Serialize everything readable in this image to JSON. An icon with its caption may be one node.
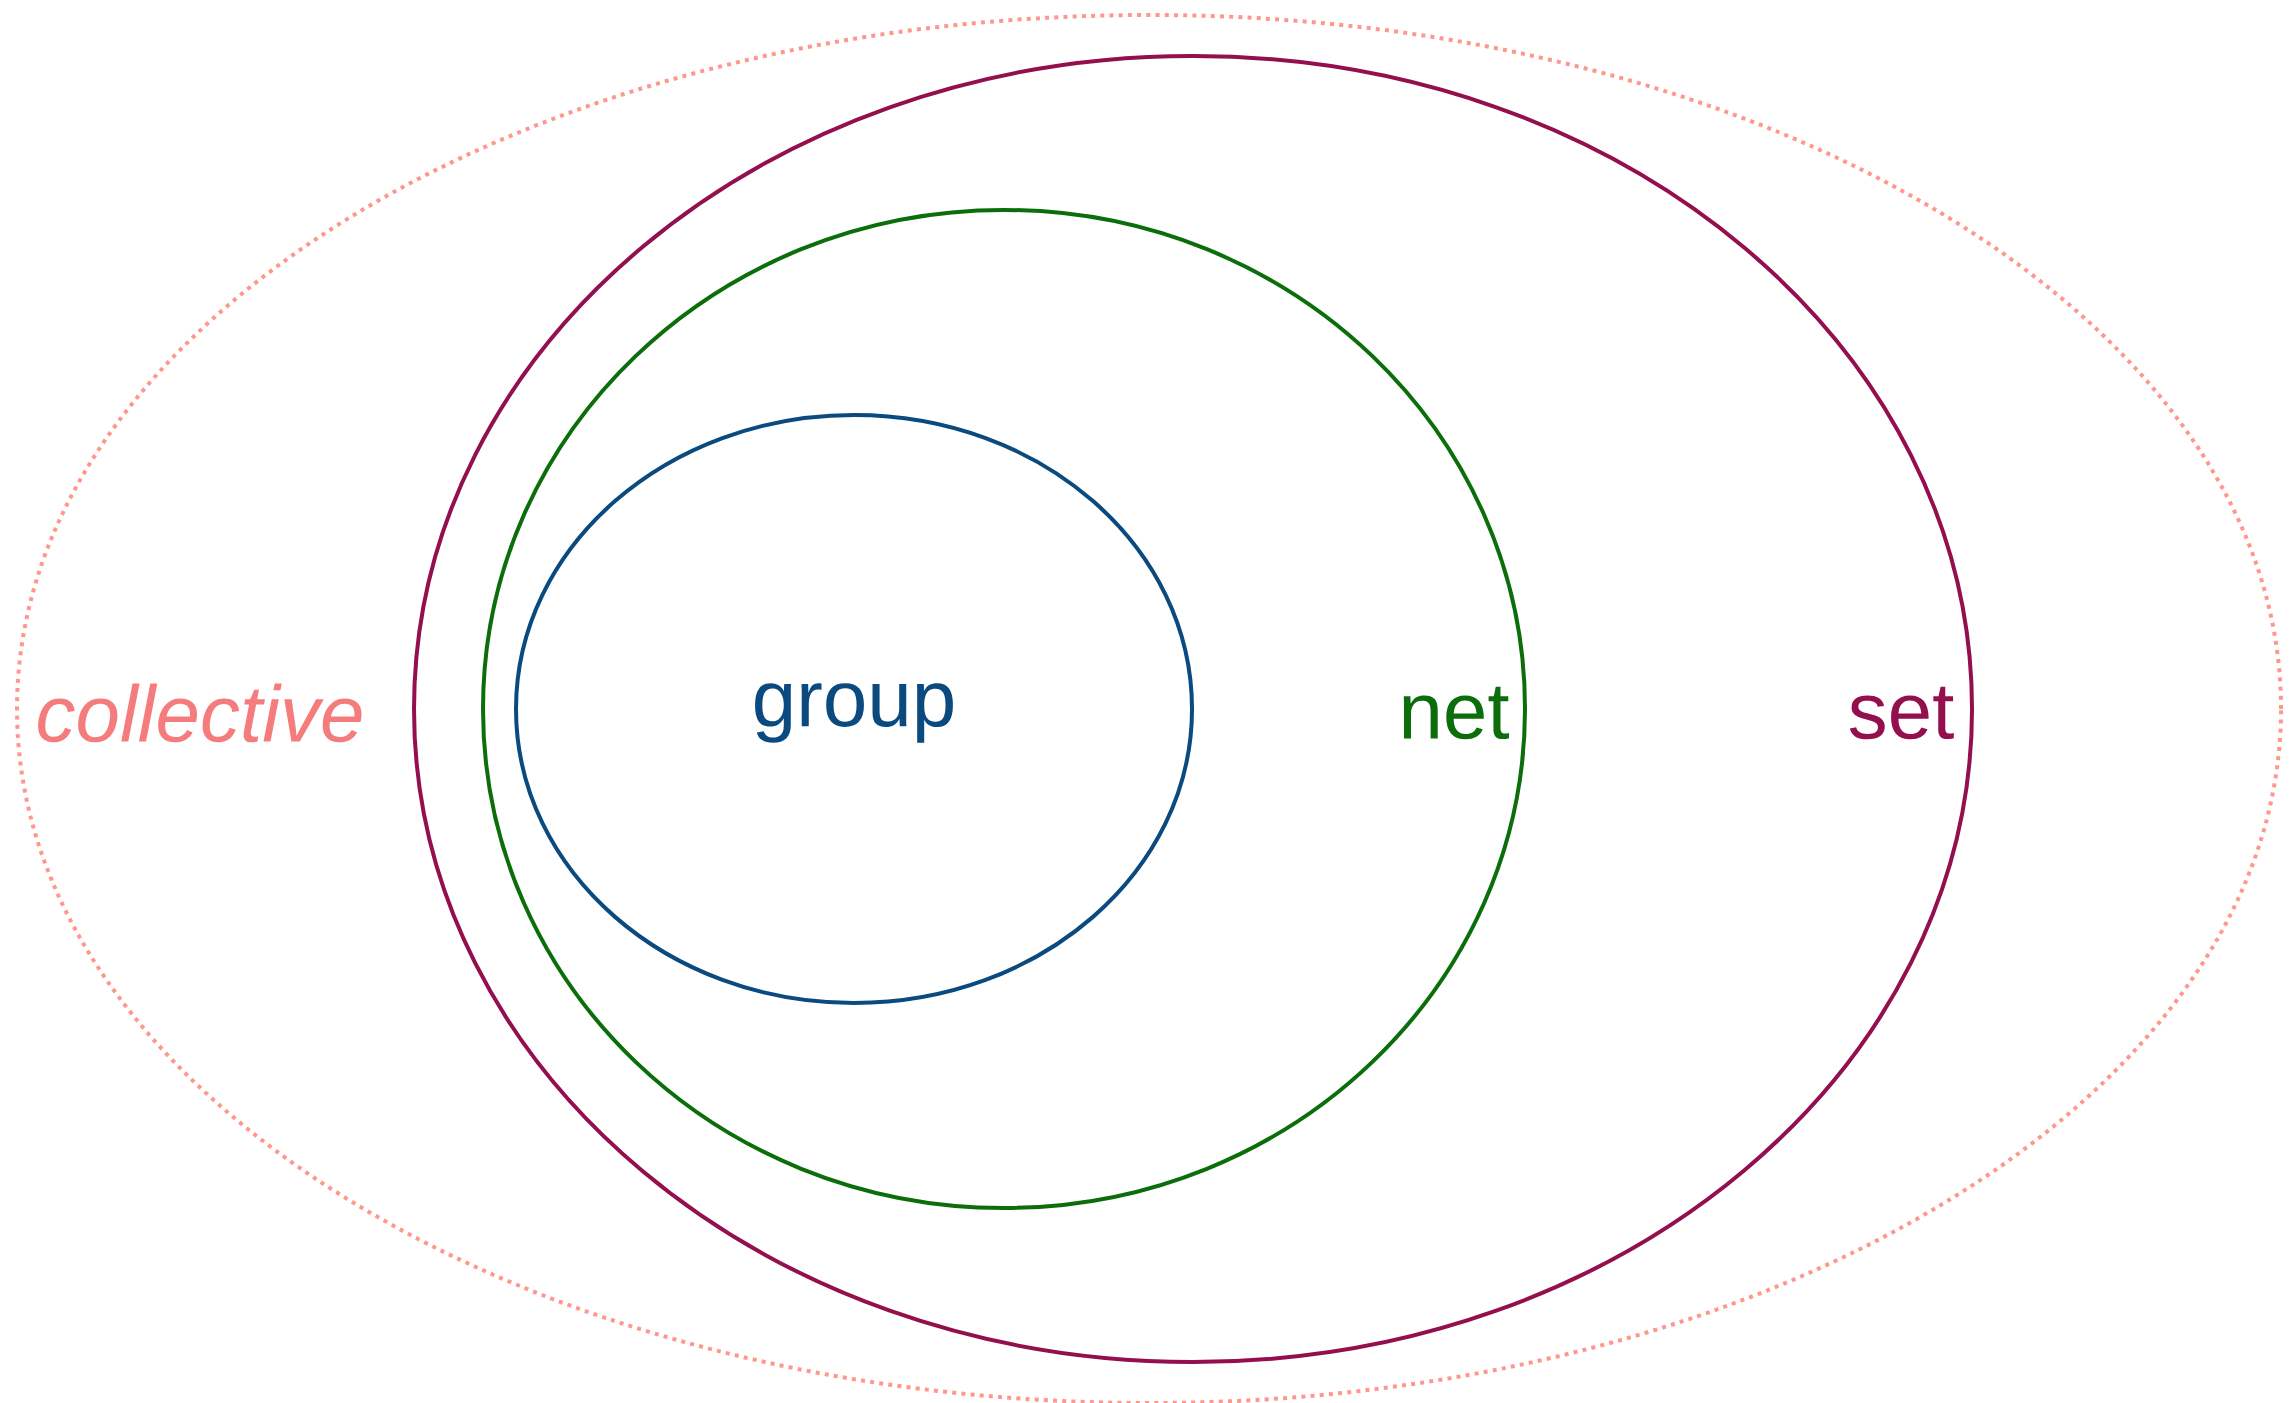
{
  "diagram": {
    "nodes": [
      {
        "text": [
          "collective"
        ]
      },
      {
        "text": [
          "set"
        ],
        "in": 0
      },
      {
        "text": [
          "net"
        ],
        "in": 1
      },
      {
        "text": [
          "group"
        ],
        "in": 2
      }
    ]
  }
}
